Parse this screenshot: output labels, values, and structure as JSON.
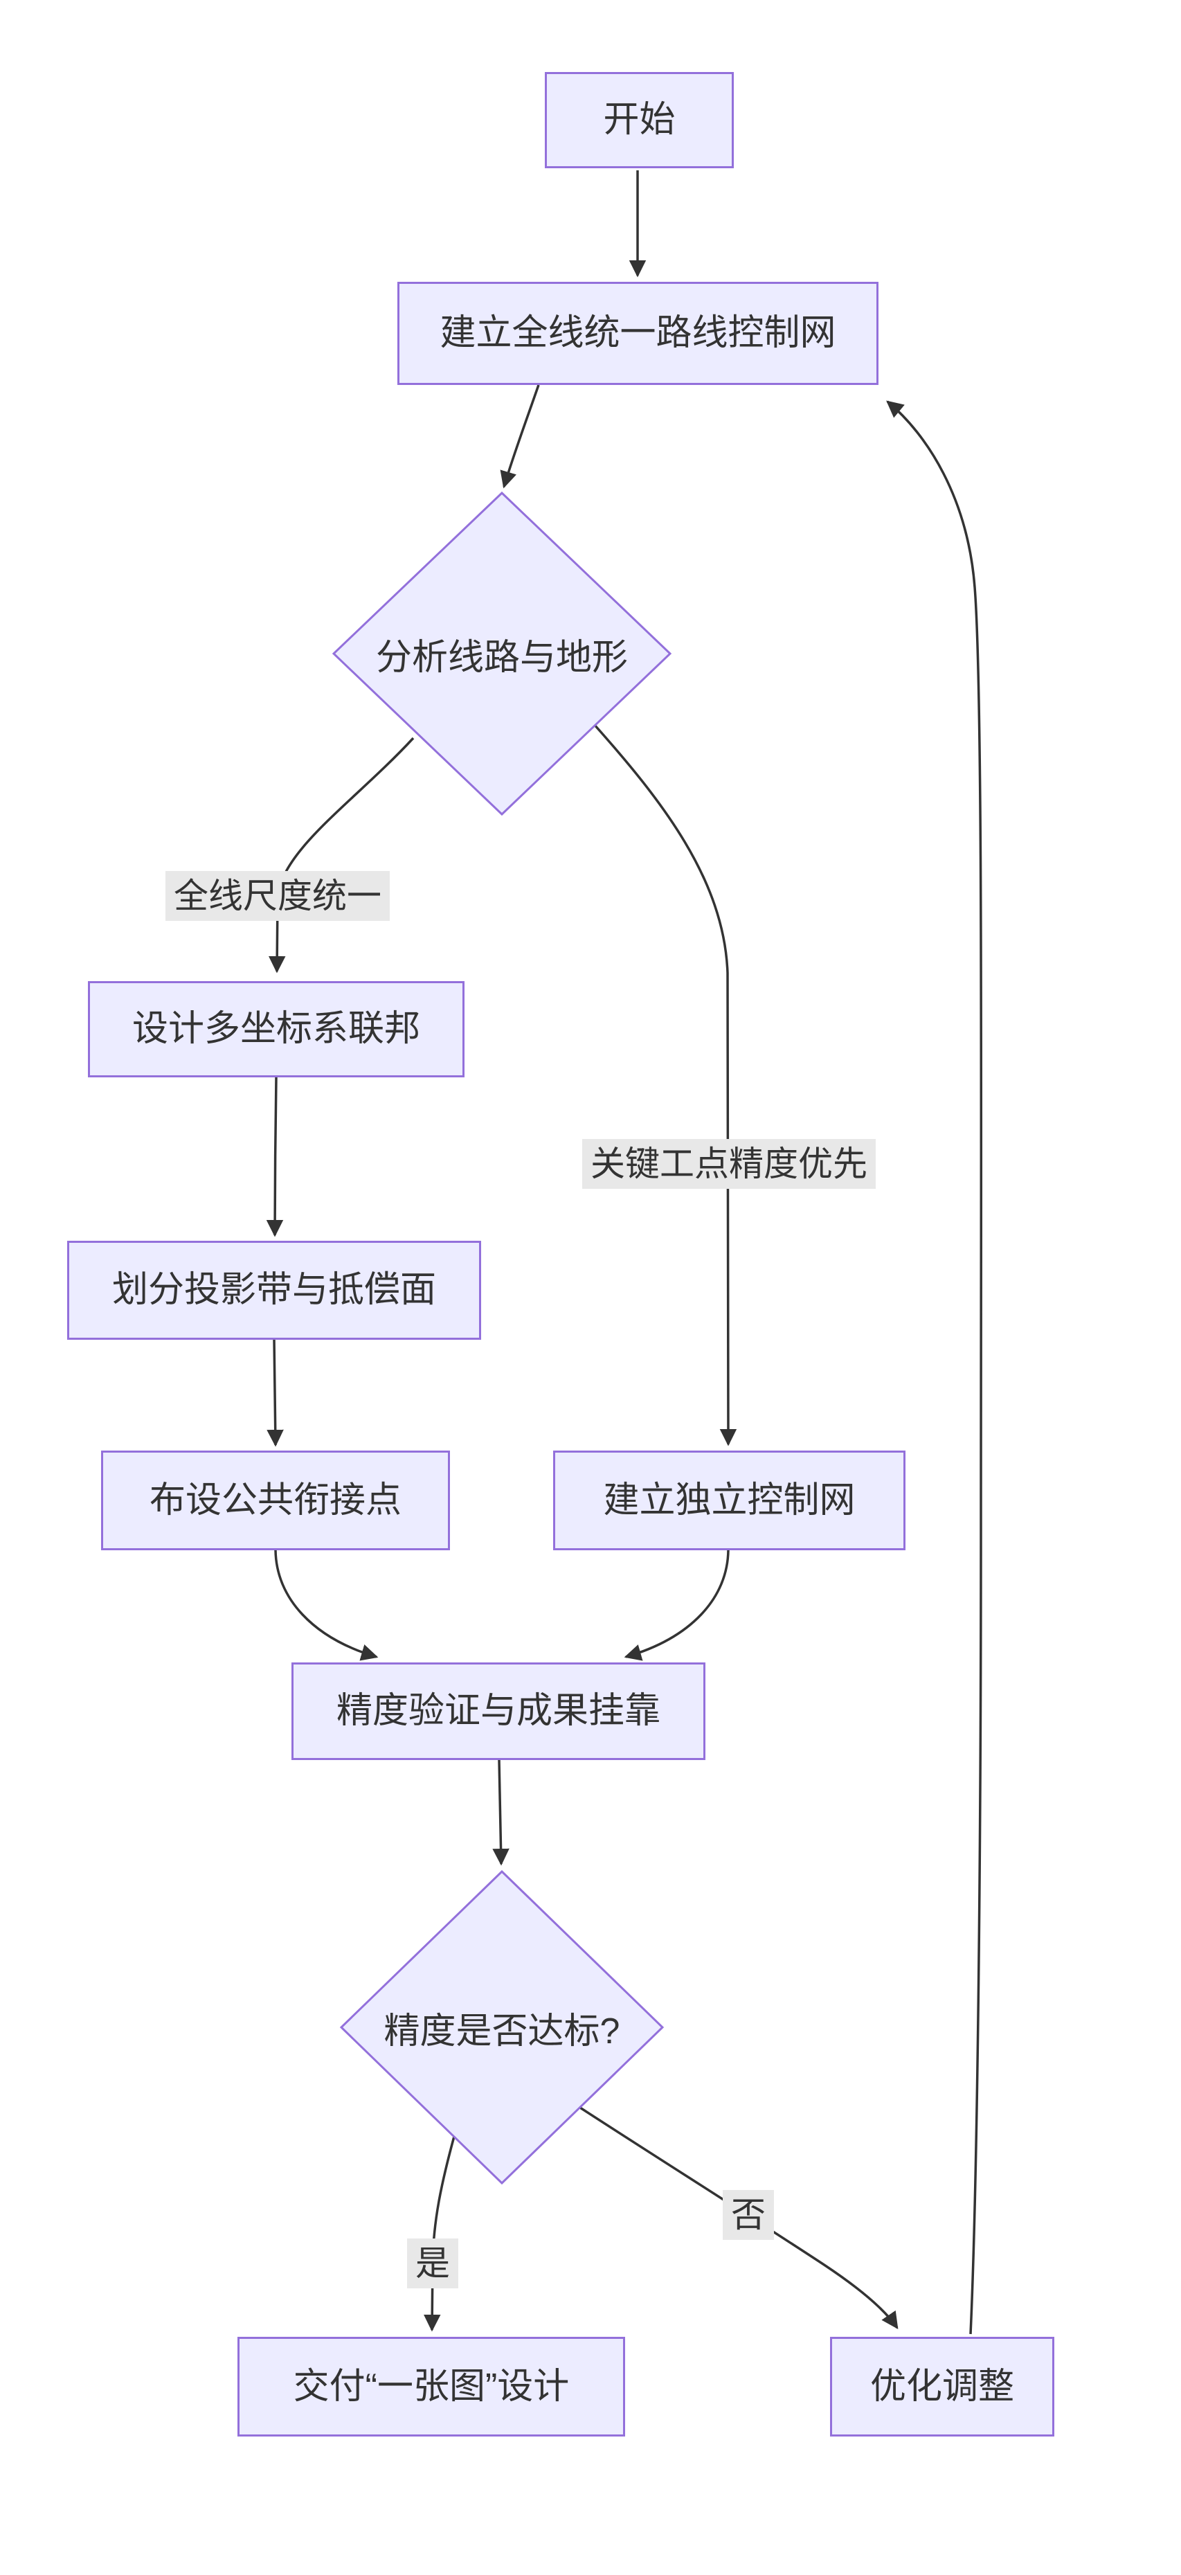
{
  "diagram": {
    "type": "flowchart",
    "direction": "top-down",
    "nodes": {
      "start": {
        "label": "开始",
        "shape": "rect"
      },
      "build_network": {
        "label": "建立全线统一路线控制网",
        "shape": "rect"
      },
      "analyze": {
        "label": "分析线路与地形",
        "shape": "diamond"
      },
      "design_federation": {
        "label": "设计多坐标系联邦",
        "shape": "rect"
      },
      "divide_zones": {
        "label": "划分投影带与抵偿面",
        "shape": "rect"
      },
      "layout_points": {
        "label": "布设公共衔接点",
        "shape": "rect"
      },
      "independent_network": {
        "label": "建立独立控制网",
        "shape": "rect"
      },
      "verify": {
        "label": "精度验证与成果挂靠",
        "shape": "rect"
      },
      "check": {
        "label": "精度是否达标?",
        "shape": "diamond"
      },
      "deliver": {
        "label": "交付“一张图”设计",
        "shape": "rect"
      },
      "optimize": {
        "label": "优化调整",
        "shape": "rect"
      }
    },
    "edges": [
      {
        "from": "start",
        "to": "build_network",
        "label": ""
      },
      {
        "from": "build_network",
        "to": "analyze",
        "label": ""
      },
      {
        "from": "analyze",
        "to": "design_federation",
        "label": "全线尺度统一"
      },
      {
        "from": "analyze",
        "to": "independent_network",
        "label": "关键工点精度优先"
      },
      {
        "from": "design_federation",
        "to": "divide_zones",
        "label": ""
      },
      {
        "from": "divide_zones",
        "to": "layout_points",
        "label": ""
      },
      {
        "from": "layout_points",
        "to": "verify",
        "label": ""
      },
      {
        "from": "independent_network",
        "to": "verify",
        "label": ""
      },
      {
        "from": "verify",
        "to": "check",
        "label": ""
      },
      {
        "from": "check",
        "to": "deliver",
        "label": "是"
      },
      {
        "from": "check",
        "to": "optimize",
        "label": "否"
      },
      {
        "from": "optimize",
        "to": "build_network",
        "label": ""
      }
    ],
    "colors": {
      "node_fill": "#ECECFF",
      "node_border": "#9370DB",
      "edge_stroke": "#333333",
      "edge_label_bg": "#e8e8e8",
      "text": "#333333",
      "background": "#ffffff"
    }
  }
}
